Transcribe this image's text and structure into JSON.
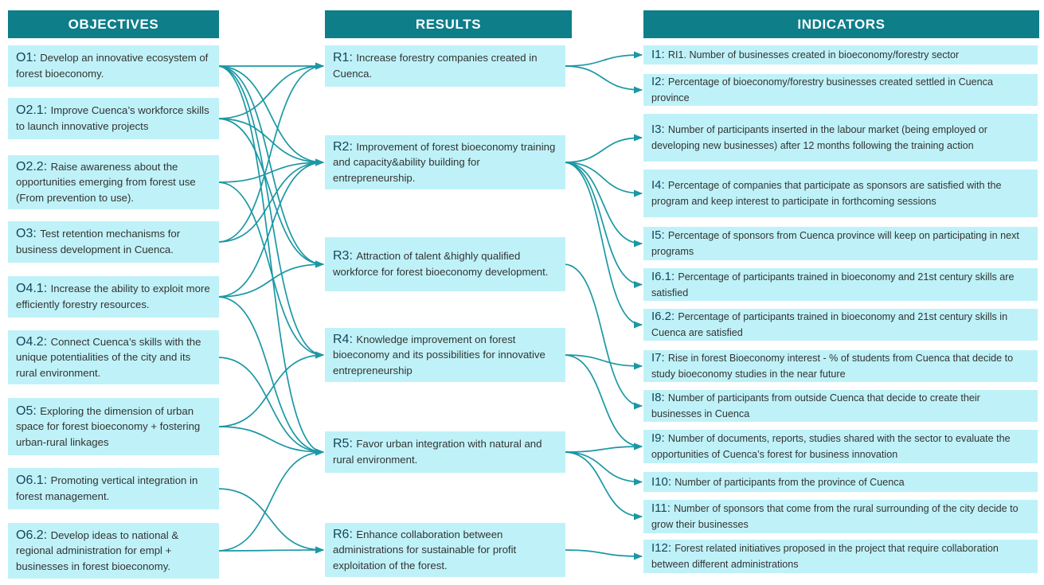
{
  "diagram_title": "Objectives - Results - Indicators logical framework",
  "colors": {
    "header_bg": "#0e7e89",
    "header_text": "#ffffff",
    "box_bg": "#bff2f8",
    "prefix_text": "#16455a",
    "body_text": "#333333",
    "line": "#1b98a4"
  },
  "columns": {
    "objectives": {
      "title": "OBJECTIVES",
      "items": [
        {
          "id": "o1",
          "label": "O1:",
          "text": "Develop an innovative ecosystem of forest bioeconomy."
        },
        {
          "id": "o2_1",
          "label": "O2.1:",
          "text": "Improve Cuenca’s workforce skills to launch innovative projects"
        },
        {
          "id": "o2_2",
          "label": "O2.2:",
          "text": "Raise awareness about the opportunities emerging from forest use (From prevention to use)."
        },
        {
          "id": "o3",
          "label": "O3:",
          "text": "Test retention mechanisms for business development in Cuenca."
        },
        {
          "id": "o4_1",
          "label": "O4.1:",
          "text": "Increase the ability to exploit more efficiently forestry resources."
        },
        {
          "id": "o4_2",
          "label": "O4.2:",
          "text": "Connect Cuenca’s skills with the unique potentialities of the city and its rural environment."
        },
        {
          "id": "o5",
          "label": "O5:",
          "text": "Exploring the dimension of urban space for forest bioeconomy + fostering urban-rural linkages"
        },
        {
          "id": "o6_1",
          "label": "O6.1:",
          "text": "Promoting vertical integration in forest management."
        },
        {
          "id": "o6_2",
          "label": "O6.2:",
          "text": "Develop ideas to national & regional administration for empl + businesses in forest bioeconomy."
        }
      ]
    },
    "results": {
      "title": "RESULTS",
      "items": [
        {
          "id": "r1",
          "label": "R1:",
          "text": "Increase forestry companies created in Cuenca."
        },
        {
          "id": "r2",
          "label": "R2:",
          "text": "Improvement of forest bioeconomy training and capacity&ability building for entrepreneurship."
        },
        {
          "id": "r3",
          "label": "R3:",
          "text": "Attraction of talent &highly qualified workforce for forest bioeconomy development."
        },
        {
          "id": "r4",
          "label": "R4:",
          "text": "Knowledge improvement on forest bioeconomy and its possibilities for innovative entrepreneurship"
        },
        {
          "id": "r5",
          "label": "R5:",
          "text": "Favor urban integration with natural and rural environment."
        },
        {
          "id": "r6",
          "label": "R6:",
          "text": "Enhance collaboration between administrations for sustainable for profit exploitation of the forest."
        }
      ]
    },
    "indicators": {
      "title": "INDICATORS",
      "items": [
        {
          "id": "i1",
          "label": "I1:",
          "text": "RI1. Number of businesses created in bioeconomy/forestry sector"
        },
        {
          "id": "i2",
          "label": "I2:",
          "text": "Percentage of bioeconomy/forestry businesses created settled in Cuenca province"
        },
        {
          "id": "i3",
          "label": "I3:",
          "text": "Number of participants inserted in the labour market (being employed or developing new businesses) after 12 months following the training action"
        },
        {
          "id": "i4",
          "label": "I4:",
          "text": "Percentage of companies that participate as sponsors are satisfied with the program and keep interest to participate in forthcoming sessions"
        },
        {
          "id": "i5",
          "label": "I5:",
          "text": "Percentage of sponsors from Cuenca province will keep on participating in next programs"
        },
        {
          "id": "i6_1",
          "label": "I6.1:",
          "text": "Percentage of participants trained in bioeconomy and 21st century skills are satisfied"
        },
        {
          "id": "i6_2",
          "label": "I6.2:",
          "text": "Percentage of participants trained in bioeconomy and 21st century skills in Cuenca are satisfied"
        },
        {
          "id": "i7",
          "label": "I7:",
          "text": "Rise in forest Bioeconomy interest - % of students from Cuenca that decide to study bioeconomy studies in the near future"
        },
        {
          "id": "i8",
          "label": "I8:",
          "text": "Number of participants from outside Cuenca that decide to create their businesses in Cuenca"
        },
        {
          "id": "i9",
          "label": "I9:",
          "text": "Number of documents, reports, studies shared with the sector to evaluate the opportunities of Cuenca’s forest for business innovation"
        },
        {
          "id": "i10",
          "label": "I10:",
          "text": "Number of participants from the province of Cuenca"
        },
        {
          "id": "i11",
          "label": "I11:",
          "text": "Number of sponsors that come from the rural surrounding of the city decide to grow their businesses"
        },
        {
          "id": "i12",
          "label": "I12:",
          "text": "Forest related initiatives proposed in the project that require collaboration between different administrations"
        }
      ]
    }
  },
  "connections": {
    "objectives_to_results": [
      [
        "o1",
        "r1"
      ],
      [
        "o1",
        "r2"
      ],
      [
        "o1",
        "r3"
      ],
      [
        "o1",
        "r4"
      ],
      [
        "o1",
        "r5"
      ],
      [
        "o2_1",
        "r1"
      ],
      [
        "o2_1",
        "r2"
      ],
      [
        "o2_1",
        "r3"
      ],
      [
        "o2_2",
        "r2"
      ],
      [
        "o2_2",
        "r4"
      ],
      [
        "o3",
        "r1"
      ],
      [
        "o3",
        "r2"
      ],
      [
        "o4_1",
        "r2"
      ],
      [
        "o4_1",
        "r3"
      ],
      [
        "o4_1",
        "r5"
      ],
      [
        "o4_2",
        "r5"
      ],
      [
        "o5",
        "r4"
      ],
      [
        "o5",
        "r5"
      ],
      [
        "o6_1",
        "r6"
      ],
      [
        "o6_2",
        "r5"
      ],
      [
        "o6_2",
        "r6"
      ]
    ],
    "results_to_indicators": [
      [
        "r1",
        "i1"
      ],
      [
        "r1",
        "i2"
      ],
      [
        "r2",
        "i3"
      ],
      [
        "r2",
        "i4"
      ],
      [
        "r2",
        "i5"
      ],
      [
        "r2",
        "i6_1"
      ],
      [
        "r2",
        "i6_2"
      ],
      [
        "r3",
        "i8"
      ],
      [
        "r4",
        "i7"
      ],
      [
        "r4",
        "i9"
      ],
      [
        "r5",
        "i9"
      ],
      [
        "r5",
        "i10"
      ],
      [
        "r5",
        "i11"
      ],
      [
        "r6",
        "i12"
      ]
    ]
  }
}
